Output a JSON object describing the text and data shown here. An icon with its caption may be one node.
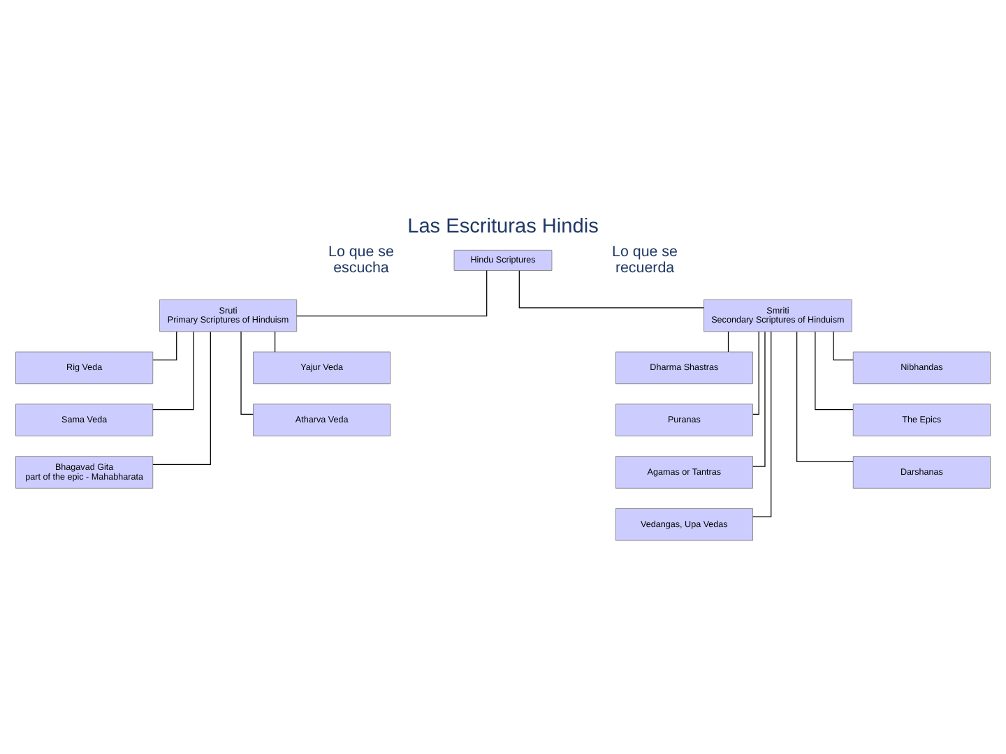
{
  "diagram": {
    "title": "Las Escrituras Hindis",
    "nodes": [
      {
        "text": [
          "Hindu Scriptures"
        ]
      },
      {
        "text": [
          "Sruti",
          "Primary Scriptures of Hinduism"
        ]
      },
      {
        "text": [
          "Smriti",
          "Secondary Scriptures of Hinduism"
        ]
      },
      {
        "text": [
          "Rig Veda"
        ]
      },
      {
        "text": [
          "Yajur Veda"
        ]
      },
      {
        "text": [
          "Sama Veda"
        ]
      },
      {
        "text": [
          "Atharva Veda"
        ]
      },
      {
        "text": [
          "Bhagavad Gita",
          "part of the epic - Mahabharata"
        ]
      },
      {
        "text": [
          "Dharma Shastras"
        ]
      },
      {
        "text": [
          "Nibhandas"
        ]
      },
      {
        "text": [
          "Puranas"
        ]
      },
      {
        "text": [
          "The Epics"
        ]
      },
      {
        "text": [
          "Agamas or Tantras"
        ]
      },
      {
        "text": [
          "Darshanas"
        ]
      },
      {
        "text": [
          "Vedangas, Upa Vedas"
        ]
      }
    ],
    "edges": [
      {
        "from": 0,
        "to": 1,
        "arrow": "none"
      },
      {
        "from": 0,
        "to": 2,
        "arrow": "none"
      },
      {
        "from": 1,
        "to": 3,
        "arrow": "none"
      },
      {
        "from": 1,
        "to": 4,
        "arrow": "none"
      },
      {
        "from": 1,
        "to": 5,
        "arrow": "none"
      },
      {
        "from": 1,
        "to": 6,
        "arrow": "none"
      },
      {
        "from": 1,
        "to": 7,
        "arrow": "none"
      },
      {
        "from": 2,
        "to": 8,
        "arrow": "none"
      },
      {
        "from": 2,
        "to": 9,
        "arrow": "none"
      },
      {
        "from": 2,
        "to": 10,
        "arrow": "none"
      },
      {
        "from": 2,
        "to": 11,
        "arrow": "none"
      },
      {
        "from": 2,
        "to": 12,
        "arrow": "none"
      },
      {
        "from": 2,
        "to": 13,
        "arrow": "none"
      },
      {
        "from": 2,
        "to": 14,
        "arrow": "none"
      }
    ],
    "labels": [
      "Lo que se escucha",
      "Lo que se recuerda"
    ]
  }
}
